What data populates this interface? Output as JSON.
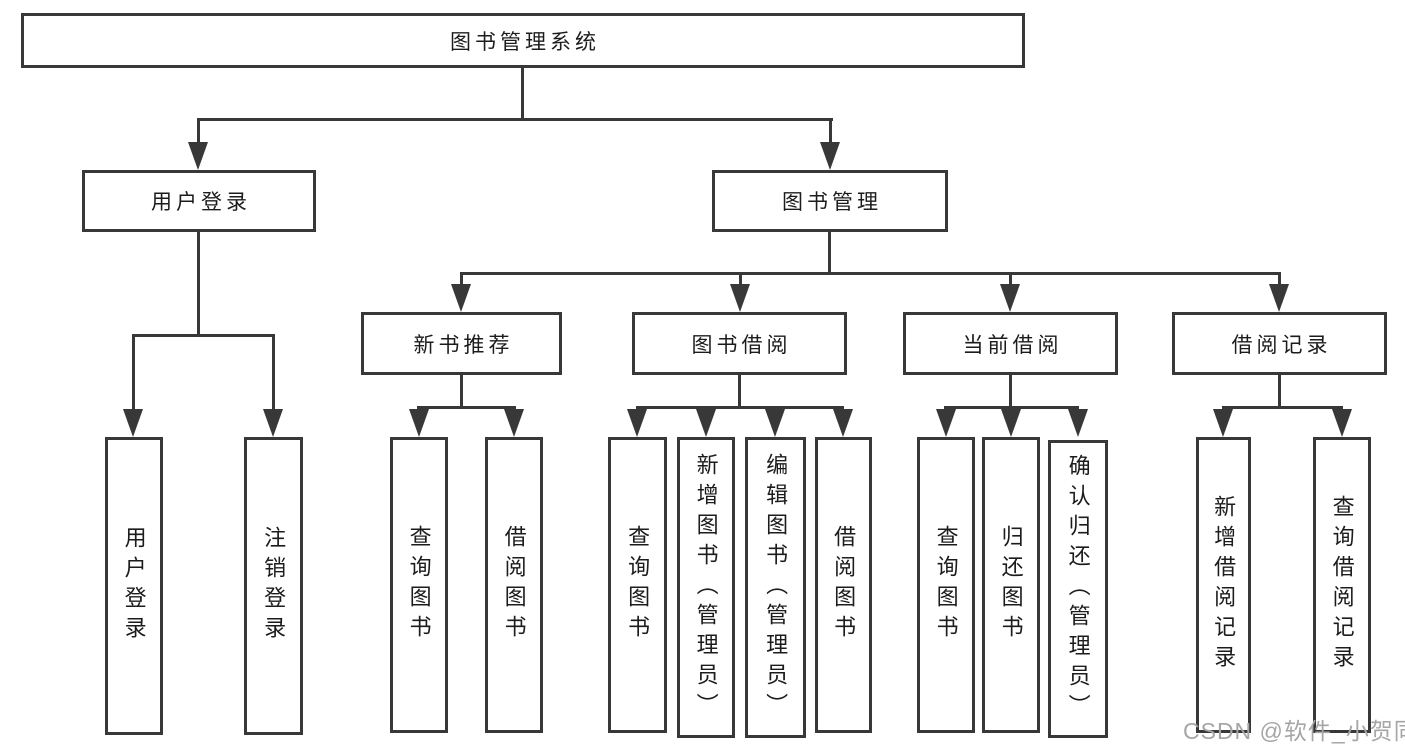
{
  "diagram": {
    "root": {
      "label": "图书管理系统"
    },
    "branches": [
      {
        "label": "用户登录",
        "children": [
          {
            "label": "用户登录"
          },
          {
            "label": "注销登录"
          }
        ]
      },
      {
        "label": "图书管理",
        "children": [
          {
            "label": "新书推荐",
            "children": [
              {
                "label": "查询图书"
              },
              {
                "label": "借阅图书"
              }
            ]
          },
          {
            "label": "图书借阅",
            "children": [
              {
                "label": "查询图书"
              },
              {
                "label": "新增图书（管理员）"
              },
              {
                "label": "编辑图书（管理员）"
              },
              {
                "label": "借阅图书"
              }
            ]
          },
          {
            "label": "当前借阅",
            "children": [
              {
                "label": "查询图书"
              },
              {
                "label": "归还图书"
              },
              {
                "label": "确认归还（管理员）"
              }
            ]
          },
          {
            "label": "借阅记录",
            "children": [
              {
                "label": "新增借阅记录"
              },
              {
                "label": "查询借阅记录"
              }
            ]
          }
        ]
      }
    ],
    "watermark": "CSDN @软件_小贺同学",
    "colors": {
      "line": "#383838",
      "text": "#1c1c1c",
      "watermark": "#a6a6a6",
      "background": "#ffffff"
    }
  }
}
